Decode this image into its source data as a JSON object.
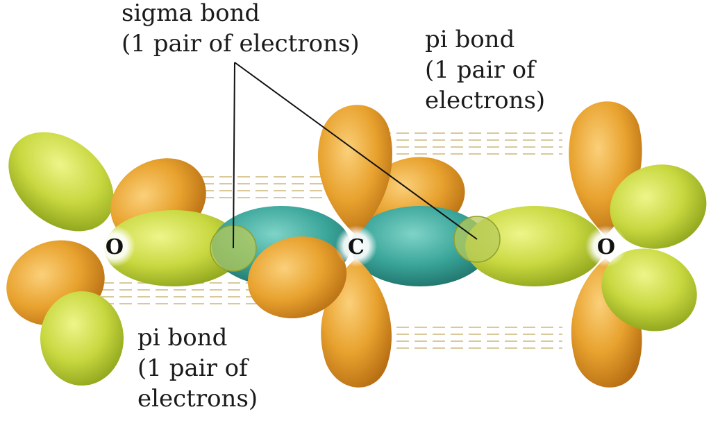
{
  "labels": {
    "sigma_line1": "sigma bond",
    "sigma_line2": "(1 pair of electrons)",
    "pi_top_line1": "pi bond",
    "pi_top_line2": "(1 pair of",
    "pi_top_line3": "electrons)",
    "pi_bottom_line1": "pi bond",
    "pi_bottom_line2": "(1 pair of",
    "pi_bottom_line3": "electrons)"
  },
  "atoms": {
    "left": "O",
    "center": "C",
    "right": "O"
  },
  "colors": {
    "orange_lobe": "#e8a22e",
    "yellow_green_lobe": "#c8d840",
    "teal_overlap": "#3aa59a",
    "background": "#ffffff"
  }
}
